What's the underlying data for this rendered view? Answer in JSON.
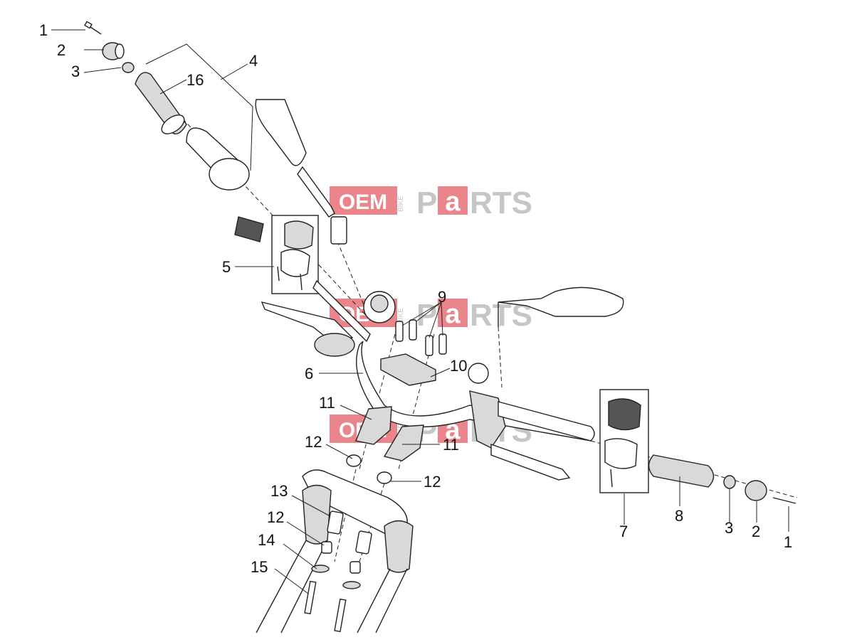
{
  "watermark": {
    "oem": "OEM",
    "bike": "BIKE",
    "parts_p": "P",
    "parts_a": "a",
    "parts_rest": "RTS",
    "accent": "#d9232d"
  },
  "callouts": {
    "c1a": "1",
    "c2a": "2",
    "c3a": "3",
    "c16": "16",
    "c4": "4",
    "c5": "5",
    "c9": "9",
    "c6": "6",
    "c10": "10",
    "c11a": "11",
    "c11b": "11",
    "c12a": "12",
    "c12b": "12",
    "c12c": "12",
    "c13": "13",
    "c14": "14",
    "c15": "15",
    "c7": "7",
    "c8": "8",
    "c3b": "3",
    "c2b": "2",
    "c1b": "1"
  }
}
